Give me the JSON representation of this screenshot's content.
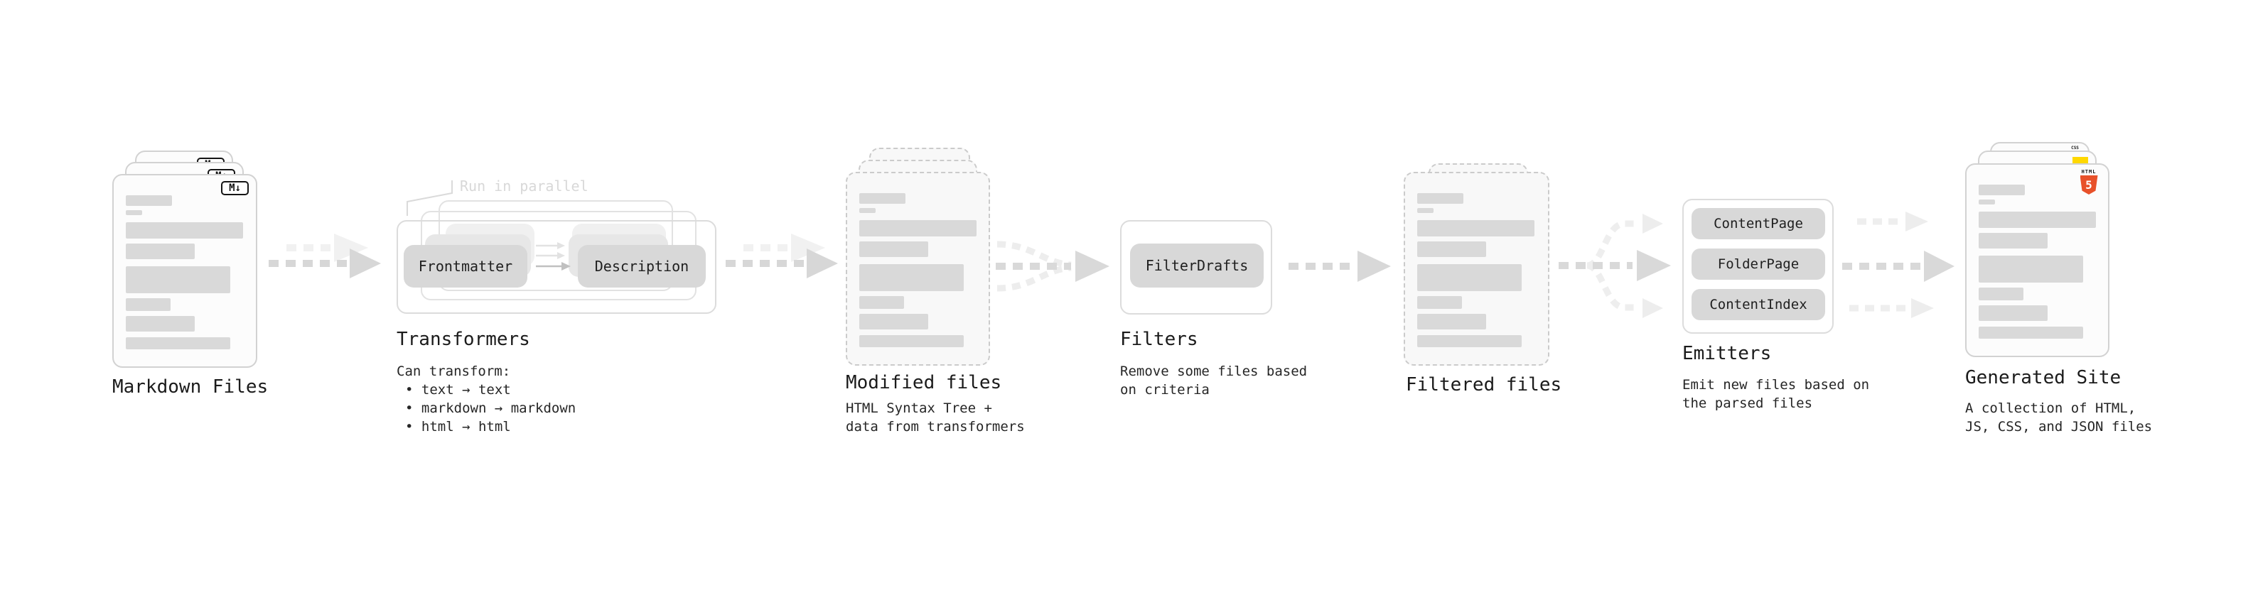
{
  "colors": {
    "html5_orange": "#e8512a",
    "js_yellow": "#ffd800",
    "css_blue": "#2e6be0",
    "pill_gray": "#d8d8d8",
    "bar_gray": "#d9d9d9",
    "arrow_gray": "#d7d7d7",
    "annotation_gray": "#d8d8d8"
  },
  "stages": {
    "markdown_files": {
      "title": "Markdown Files",
      "badge": "M↓"
    },
    "transformers": {
      "title": "Transformers",
      "annotation": "Run in parallel",
      "pill_left": "Frontmatter",
      "pill_right": "Description",
      "body_heading": "Can transform:",
      "bullets": [
        "• text → text",
        "• markdown → markdown",
        "• html → html"
      ]
    },
    "modified_files": {
      "title": "Modified files",
      "subtitle_lines": [
        "HTML Syntax Tree +",
        "data from transformers"
      ]
    },
    "filters": {
      "title": "Filters",
      "pill": "FilterDrafts",
      "subtitle_lines": [
        "Remove some files based",
        "on criteria"
      ]
    },
    "filtered_files": {
      "title": "Filtered files"
    },
    "emitters": {
      "title": "Emitters",
      "pills": [
        "ContentPage",
        "FolderPage",
        "ContentIndex"
      ],
      "subtitle_lines": [
        "Emit new files based on",
        "the parsed files"
      ]
    },
    "generated_site": {
      "title": "Generated Site",
      "subtitle_lines": [
        "A collection of HTML,",
        "JS, CSS, and JSON files"
      ],
      "html5_badge_label": "HTML",
      "html5_badge_number": "5",
      "css_badge_label": "CSS"
    }
  }
}
